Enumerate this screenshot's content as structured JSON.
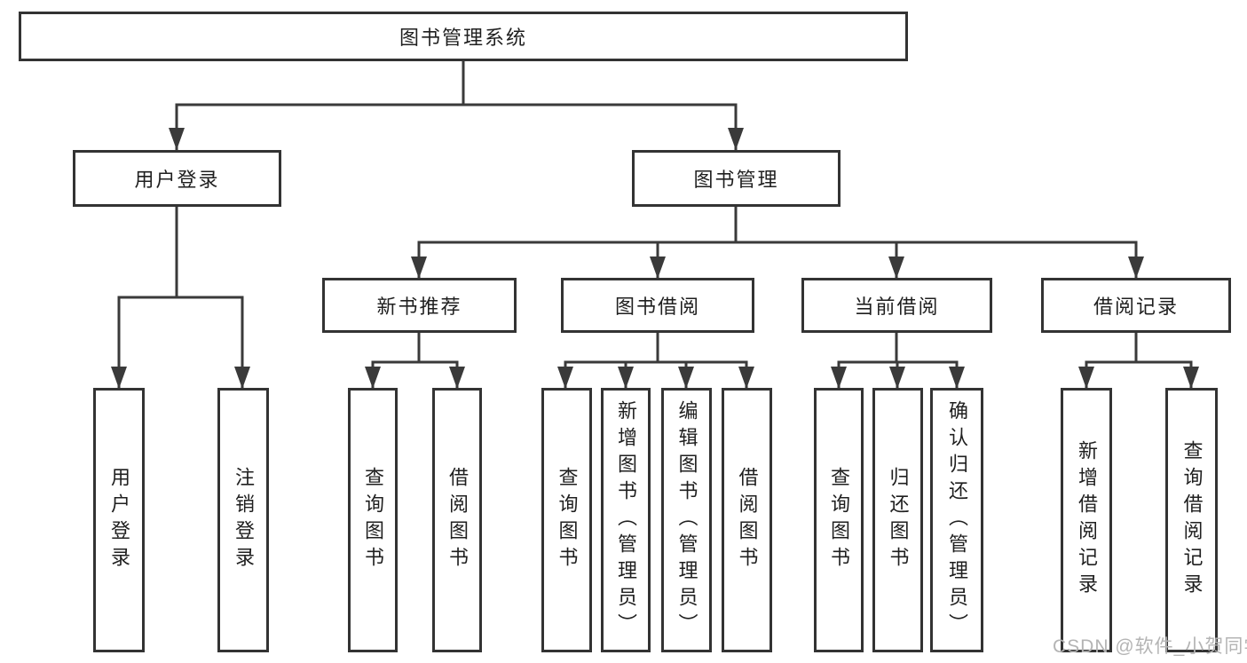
{
  "nodes": {
    "root": {
      "label": "图书管理系统"
    },
    "branches": [
      {
        "label": "用户登录",
        "children": [
          {
            "label": "用户登录"
          },
          {
            "label": "注销登录"
          }
        ]
      },
      {
        "label": "图书管理",
        "children": [
          {
            "label": "新书推荐",
            "children": [
              {
                "label": "查询图书"
              },
              {
                "label": "借阅图书"
              }
            ]
          },
          {
            "label": "图书借阅",
            "children": [
              {
                "label": "查询图书"
              },
              {
                "label": "新增图书（管理员）"
              },
              {
                "label": "编辑图书（管理员）"
              },
              {
                "label": "借阅图书"
              }
            ]
          },
          {
            "label": "当前借阅",
            "children": [
              {
                "label": "查询图书"
              },
              {
                "label": "归还图书"
              },
              {
                "label": "确认归还（管理员）"
              }
            ]
          },
          {
            "label": "借阅记录",
            "children": [
              {
                "label": "新增借阅记录"
              },
              {
                "label": "查询借阅记录"
              }
            ]
          }
        ]
      }
    ]
  },
  "watermark": "CSDN @软件_小贺同学",
  "colors": {
    "line": "#3a3a3a",
    "box_border": "#333333",
    "text": "#1f1f1f",
    "watermark": "#b4b4b4",
    "background": "#ffffff"
  }
}
